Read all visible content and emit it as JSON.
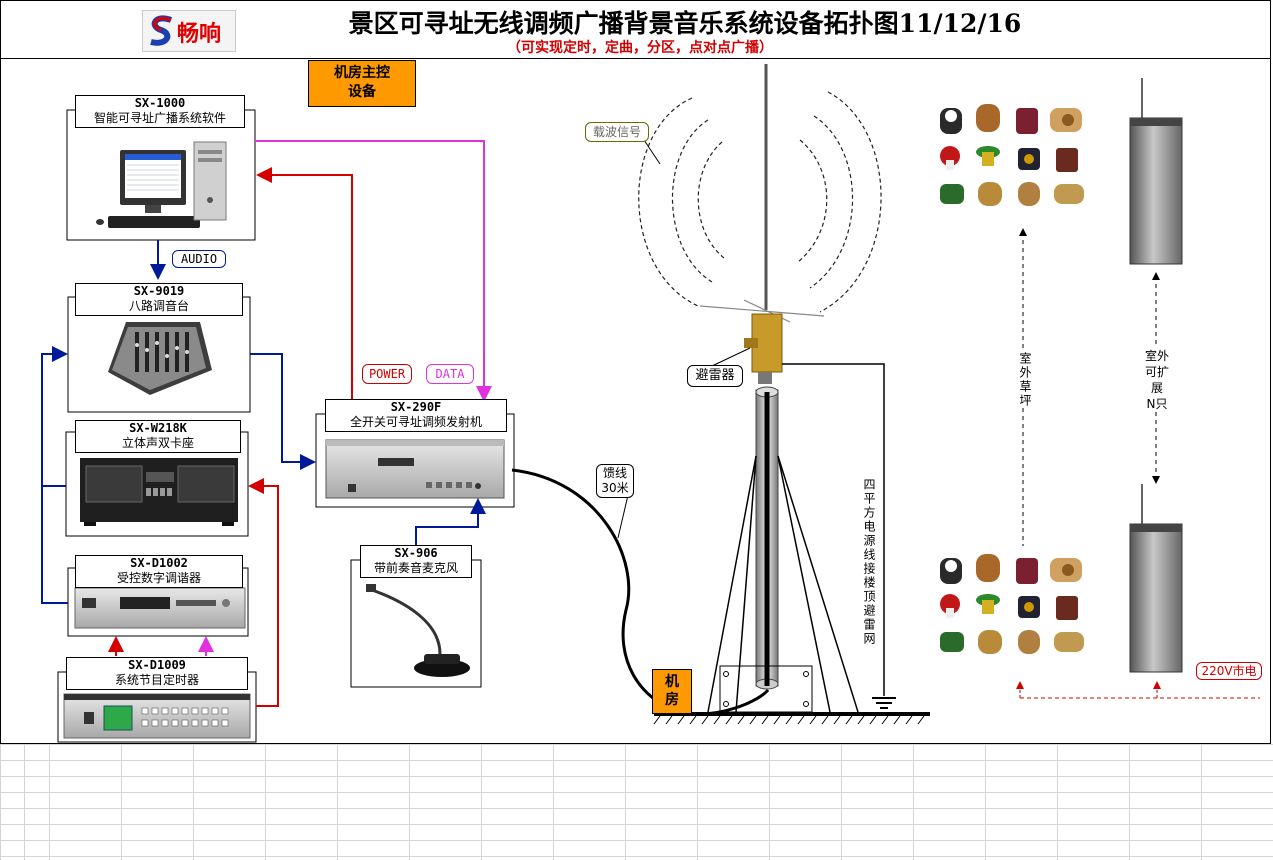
{
  "header": {
    "title": "景区可寻址无线调频广播背景音乐系统设备拓扑图11/12/16",
    "subtitle": "（可实现定时，定曲，分区，点对点广播）",
    "logo_text": "畅响"
  },
  "control_room": {
    "label_line1": "机房主控",
    "label_line2": "设备"
  },
  "devices": {
    "sx1000": {
      "model": "SX-1000",
      "name": "智能可寻址广播系统软件"
    },
    "sx9019": {
      "model": "SX-9019",
      "name": "八路调音台"
    },
    "sxw218k": {
      "model": "SX-W218K",
      "name": "立体声双卡座"
    },
    "sxd1002": {
      "model": "SX-D1002",
      "name": "受控数字调谐器"
    },
    "sxd1009": {
      "model": "SX-D1009",
      "name": "系统节目定时器"
    },
    "sx290f": {
      "model": "SX-290F",
      "name": "全开关可寻址调频发射机"
    },
    "sx906": {
      "model": "SX-906",
      "name": "带前奏音麦克风"
    }
  },
  "signals": {
    "audio": "AUDIO",
    "power": "POWER",
    "data": "DATA",
    "carrier": "载波信号",
    "lightning": "避雷器",
    "feeder_line1": "馈线",
    "feeder_line2": "30米",
    "mains": "220V市电"
  },
  "machine_room": {
    "line1": "机",
    "line2": "房"
  },
  "vertical_labels": {
    "power_cable": "四平方电源线接楼顶避雷网",
    "outdoor_lawn": "室外草坪",
    "outdoor_expand_a": "室外",
    "outdoor_expand_b": "可扩",
    "outdoor_expand_c": "展",
    "outdoor_expand_d": "N只"
  },
  "colors": {
    "red": "#d40000",
    "blue": "#001a99",
    "magenta": "#e030e0",
    "orange": "#ff9900"
  }
}
